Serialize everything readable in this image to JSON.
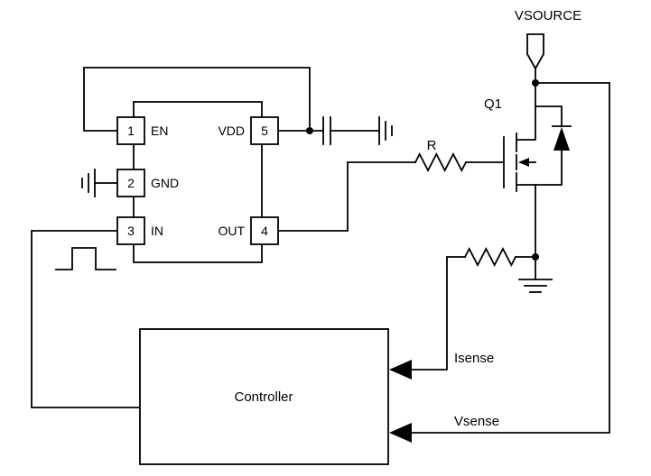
{
  "colors": {
    "background": "#ffffff",
    "line": "#000000",
    "text": "#000000"
  },
  "labels": {
    "vsource": "VSOURCE",
    "q1": "Q1",
    "r": "R",
    "isense": "Isense",
    "vsense": "Vsense",
    "controller": "Controller"
  },
  "ic": {
    "pins": {
      "p1": {
        "number": "1",
        "name": "EN"
      },
      "p2": {
        "number": "2",
        "name": "GND"
      },
      "p3": {
        "number": "3",
        "name": "IN"
      },
      "p5": {
        "number": "5",
        "name": "VDD"
      },
      "p4": {
        "number": "4",
        "name": "OUT"
      }
    }
  }
}
